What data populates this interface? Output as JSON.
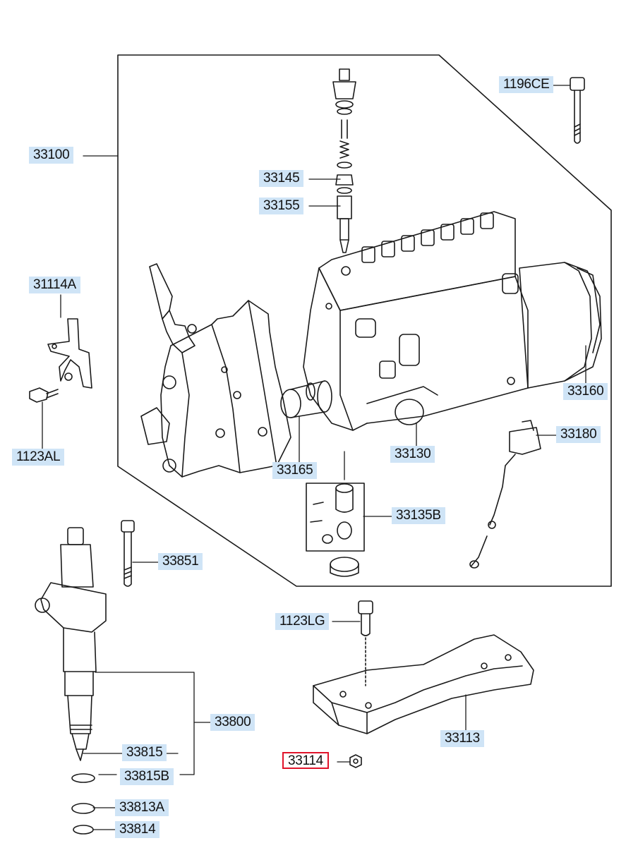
{
  "parts": {
    "p1196CE": "1196CE",
    "p33100": "33100",
    "p33145": "33145",
    "p33155": "33155",
    "p31114A": "31114A",
    "p1123AL": "1123AL",
    "p33160": "33160",
    "p33180": "33180",
    "p33165": "33165",
    "p33130": "33130",
    "p33135B": "33135B",
    "p33851": "33851",
    "p1123LG": "1123LG",
    "p33800": "33800",
    "p33113": "33113",
    "p33815": "33815",
    "p33114": "33114",
    "p33815B": "33815B",
    "p33813A": "33813A",
    "p33814": "33814"
  },
  "highlighted_part": "33114",
  "colors": {
    "label_bg": "#cfe4f6",
    "highlight_border": "#e0142a",
    "line": "#1a1a1a"
  }
}
